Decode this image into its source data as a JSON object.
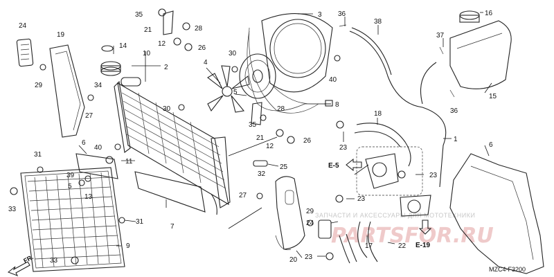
{
  "diagram": {
    "code": "MZC4-F3200",
    "front_label": "FR.",
    "watermark_text": "ЗАПЧАСТИ И АКСЕССУАРЫ ДЛЯ МОТОТЕХНИКИ",
    "watermark_logo": "PARTSFOR.RU",
    "references": [
      "E-5",
      "E-19"
    ],
    "callouts": [
      "1",
      "2",
      "3",
      "4",
      "5",
      "6",
      "7",
      "8",
      "9",
      "10",
      "11",
      "12",
      "13",
      "14",
      "15",
      "16",
      "17",
      "18",
      "19",
      "20",
      "21",
      "22",
      "23",
      "24",
      "25",
      "26",
      "27",
      "28",
      "29",
      "30",
      "31",
      "32",
      "33",
      "34",
      "35",
      "36",
      "37",
      "38",
      "39",
      "40"
    ]
  }
}
